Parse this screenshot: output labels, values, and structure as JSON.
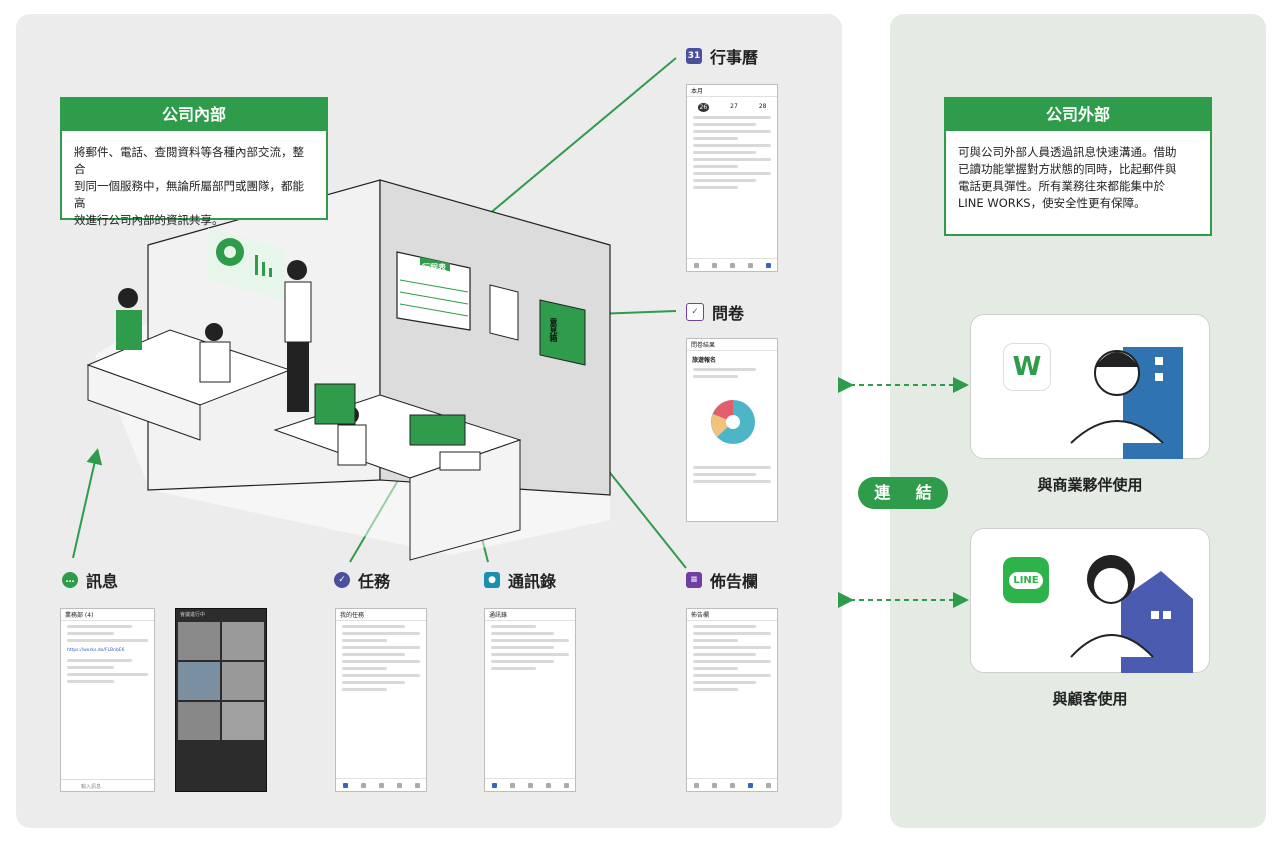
{
  "inside": {
    "title": "公司內部",
    "lines": [
      "將郵件、電話、查閱資料等各種內部交流，整合",
      "到同一個服務中，無論所屬部門或團隊，都能高",
      "效進行公司內部的資訊共享。"
    ]
  },
  "outside": {
    "title": "公司外部",
    "lines": [
      "可與公司外部人員透過訊息快速溝通。借助",
      "已讀功能掌握對方狀態的同時，比起郵件與",
      "電話更具彈性。所有業務往來都能集中於",
      "LINE WORKS，使安全性更有保障。"
    ]
  },
  "features": {
    "calendar": "行事曆",
    "survey": "問卷",
    "message": "訊息",
    "task": "任務",
    "contacts": "通訊錄",
    "board": "佈告欄"
  },
  "scene": {
    "whiteboard": "行程表",
    "suggestion_box": "意見箱"
  },
  "connect": "連 結",
  "partners": {
    "business": "與商業夥伴使用",
    "customer": "與顧客使用",
    "line_logo": "LINE"
  },
  "screens": {
    "calendar": {
      "tab": "本月",
      "days": [
        "26",
        "27",
        "28"
      ]
    },
    "survey": {
      "header": "問卷結果",
      "title": "旅遊報名"
    },
    "chat": {
      "title": "業務部 (4)",
      "link": "https://works.do/FLBnbE6",
      "input": "輸入訊息"
    },
    "video": {
      "label": "會議進行中"
    },
    "task": {
      "title": "我的任務"
    },
    "contacts": {
      "title": "通訊錄"
    },
    "board": {
      "title": "佈告欄"
    }
  },
  "colors": {
    "brand_green": "#2e9c4a",
    "calendar_icon": "#4a4f9e",
    "task_icon": "#4a4f9e",
    "contacts_icon": "#1a8fb0",
    "board_icon": "#6f3fa4",
    "message_icon": "#2e9c4a"
  }
}
